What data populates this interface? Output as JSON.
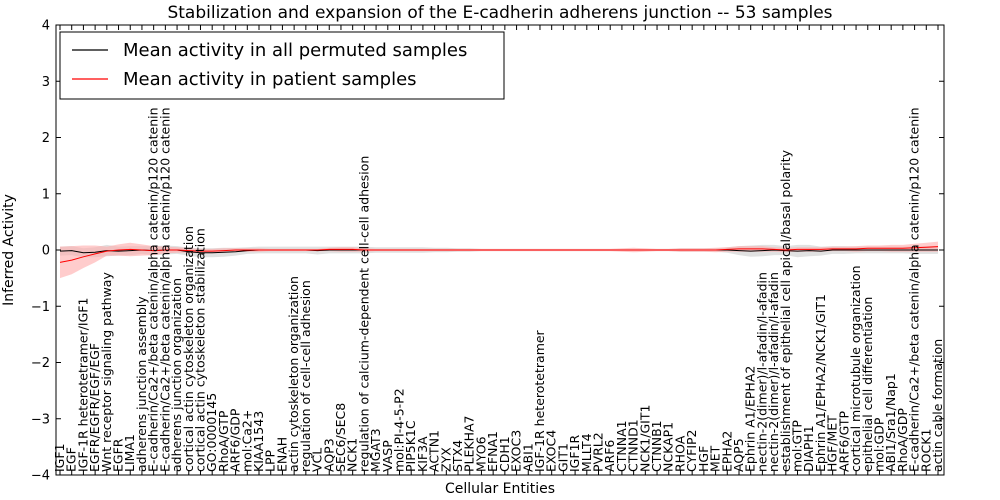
{
  "chart_data": {
    "type": "line",
    "title": "Stabilization and expansion of the E-cadherin adherens junction -- 53 samples",
    "xlabel": "Cellular Entities",
    "ylabel": "Inferred Activity",
    "ylim": [
      -4,
      4
    ],
    "yticks": [
      -4,
      -3,
      -2,
      -1,
      0,
      1,
      2,
      3,
      4
    ],
    "grid": false,
    "legend_position": "top-left",
    "categories": [
      "IGF1",
      "EGF",
      "IGF-1R heterotetramer/IGF1",
      "EGFR/EGFR/EGF/EGF",
      "Wnt receptor signaling pathway",
      "EGFR",
      "LIMA1",
      "adherens junction assembly",
      "E-cadherin/Ca2+/beta catenin/alpha catenin/p120 catenin",
      "E-cadherin/Ca2+/beta catenin/alpha catenin/p120 catenin",
      "adherens junction organization",
      "cortical actin cytoskeleton organization",
      "cortical actin cytoskeleton stabilization",
      "GO:0000145",
      "RhoA/GTP",
      "ARF6/GDP",
      "mol:Ca2+",
      "KIAA1543",
      "LPP",
      "ENAH",
      "actin cytoskeleton organization",
      "regulation of cell-cell adhesion",
      "VCL",
      "AQP3",
      "SEC6/SEC8",
      "NCK1",
      "regulation of calcium-dependent cell-cell adhesion",
      "MGAT3",
      "VASP",
      "mol:PI-4-5-P2",
      "PIP5K1C",
      "KIF3A",
      "ACTN1",
      "ZYX",
      "STX4",
      "PLEKHA7",
      "MYO6",
      "EFNA1",
      "CDH1",
      "EXOC3",
      "ABI1",
      "IGF-1R heterotetramer",
      "EXOC4",
      "GIT1",
      "IGF1R",
      "MLLT4",
      "PVRL2",
      "ARF6",
      "CTNNA1",
      "CTNND1",
      "NCK1/GIT1",
      "CTNNB1",
      "NCKAP1",
      "RHOA",
      "CYFIP2",
      "HGF",
      "MET",
      "EPHA2",
      "AQP5",
      "Ephrin A1/EPHA2",
      "nectin-2(dimer)/l-afadin/l-afadin",
      "nectin-2(dimer)/l-afadin/l-afadin",
      "establishment of epithelial cell apical/basal polarity",
      "mol:GTP",
      "DIAPH1",
      "Ephrin A1/EPHA2/NCK1/GIT1",
      "HGF/MET",
      "ARF6/GTP",
      "cortical microtubule organization",
      "epithelial cell differentiation",
      "mol:GDP",
      "ABI1/Sra1/Nap1",
      "RhoA/GDP",
      "E-cadherin/Ca2+/beta catenin/alpha catenin/p120 catenin",
      "ROCK1",
      "actin cable formation"
    ],
    "series": [
      {
        "name": "Mean activity in all permuted samples",
        "color": "#000000",
        "band_color": "#c8c8c8",
        "values": [
          -0.02,
          -0.01,
          -0.05,
          -0.04,
          -0.01,
          -0.02,
          -0.01,
          0.0,
          -0.01,
          0.0,
          0.0,
          -0.03,
          -0.05,
          -0.05,
          -0.04,
          -0.03,
          -0.01,
          0.0,
          0.0,
          0.0,
          0.0,
          0.0,
          -0.01,
          0.0,
          0.0,
          0.0,
          0.0,
          0.0,
          0.0,
          0.0,
          0.0,
          0.0,
          0.0,
          0.0,
          0.0,
          0.0,
          0.0,
          0.0,
          0.0,
          0.0,
          0.0,
          0.0,
          0.0,
          0.0,
          0.0,
          0.0,
          0.0,
          0.0,
          0.0,
          0.0,
          0.0,
          0.0,
          0.0,
          0.0,
          0.0,
          0.0,
          0.0,
          0.0,
          -0.01,
          -0.02,
          -0.01,
          0.0,
          -0.01,
          -0.02,
          -0.01,
          -0.02,
          0.0,
          0.0,
          0.0,
          0.0,
          0.0,
          0.0,
          0.0,
          0.0,
          0.0,
          0.0
        ],
        "band_halfwidth": [
          0.08,
          0.08,
          0.08,
          0.09,
          0.1,
          0.08,
          0.08,
          0.07,
          0.08,
          0.08,
          0.07,
          0.07,
          0.08,
          0.08,
          0.08,
          0.07,
          0.06,
          0.06,
          0.06,
          0.06,
          0.06,
          0.06,
          0.07,
          0.06,
          0.06,
          0.06,
          0.06,
          0.05,
          0.05,
          0.05,
          0.05,
          0.05,
          0.04,
          0.04,
          0.03,
          0.03,
          0.02,
          0.02,
          0.02,
          0.02,
          0.02,
          0.02,
          0.02,
          0.02,
          0.02,
          0.02,
          0.02,
          0.02,
          0.02,
          0.02,
          0.02,
          0.02,
          0.02,
          0.03,
          0.03,
          0.03,
          0.03,
          0.05,
          0.08,
          0.1,
          0.1,
          0.09,
          0.08,
          0.11,
          0.1,
          0.08,
          0.07,
          0.07,
          0.06,
          0.06,
          0.06,
          0.06,
          0.06,
          0.07,
          0.07,
          0.07
        ]
      },
      {
        "name": "Mean activity in patient samples",
        "color": "#ff0000",
        "band_color": "#ffaaaa",
        "values": [
          -0.22,
          -0.18,
          -0.12,
          -0.07,
          -0.02,
          0.0,
          0.01,
          0.0,
          -0.01,
          0.0,
          0.0,
          -0.01,
          -0.02,
          -0.02,
          -0.01,
          0.0,
          0.0,
          0.0,
          0.0,
          0.0,
          0.0,
          0.0,
          0.0,
          0.01,
          0.01,
          0.01,
          0.0,
          0.0,
          0.0,
          0.0,
          0.0,
          0.0,
          0.0,
          0.0,
          0.0,
          0.0,
          0.0,
          0.0,
          0.0,
          0.0,
          0.0,
          0.0,
          0.0,
          0.0,
          0.0,
          0.0,
          0.0,
          0.0,
          0.0,
          0.0,
          0.0,
          0.0,
          0.0,
          0.0,
          0.0,
          0.0,
          0.0,
          0.01,
          0.02,
          0.02,
          0.02,
          0.01,
          0.0,
          0.01,
          0.01,
          0.01,
          0.02,
          0.02,
          0.02,
          0.03,
          0.03,
          0.03,
          0.03,
          0.04,
          0.05,
          0.06
        ],
        "band_halfwidth": [
          0.28,
          0.25,
          0.2,
          0.15,
          0.08,
          0.1,
          0.12,
          0.1,
          0.08,
          0.06,
          0.05,
          0.04,
          0.04,
          0.04,
          0.04,
          0.03,
          0.03,
          0.03,
          0.02,
          0.02,
          0.02,
          0.02,
          0.02,
          0.03,
          0.04,
          0.04,
          0.03,
          0.02,
          0.02,
          0.02,
          0.02,
          0.02,
          0.02,
          0.02,
          0.02,
          0.02,
          0.02,
          0.02,
          0.02,
          0.02,
          0.02,
          0.02,
          0.02,
          0.02,
          0.02,
          0.02,
          0.02,
          0.02,
          0.03,
          0.04,
          0.03,
          0.02,
          0.02,
          0.03,
          0.03,
          0.03,
          0.04,
          0.04,
          0.05,
          0.05,
          0.05,
          0.04,
          0.04,
          0.04,
          0.04,
          0.04,
          0.04,
          0.04,
          0.05,
          0.05,
          0.05,
          0.06,
          0.06,
          0.07,
          0.08,
          0.09
        ]
      }
    ]
  }
}
